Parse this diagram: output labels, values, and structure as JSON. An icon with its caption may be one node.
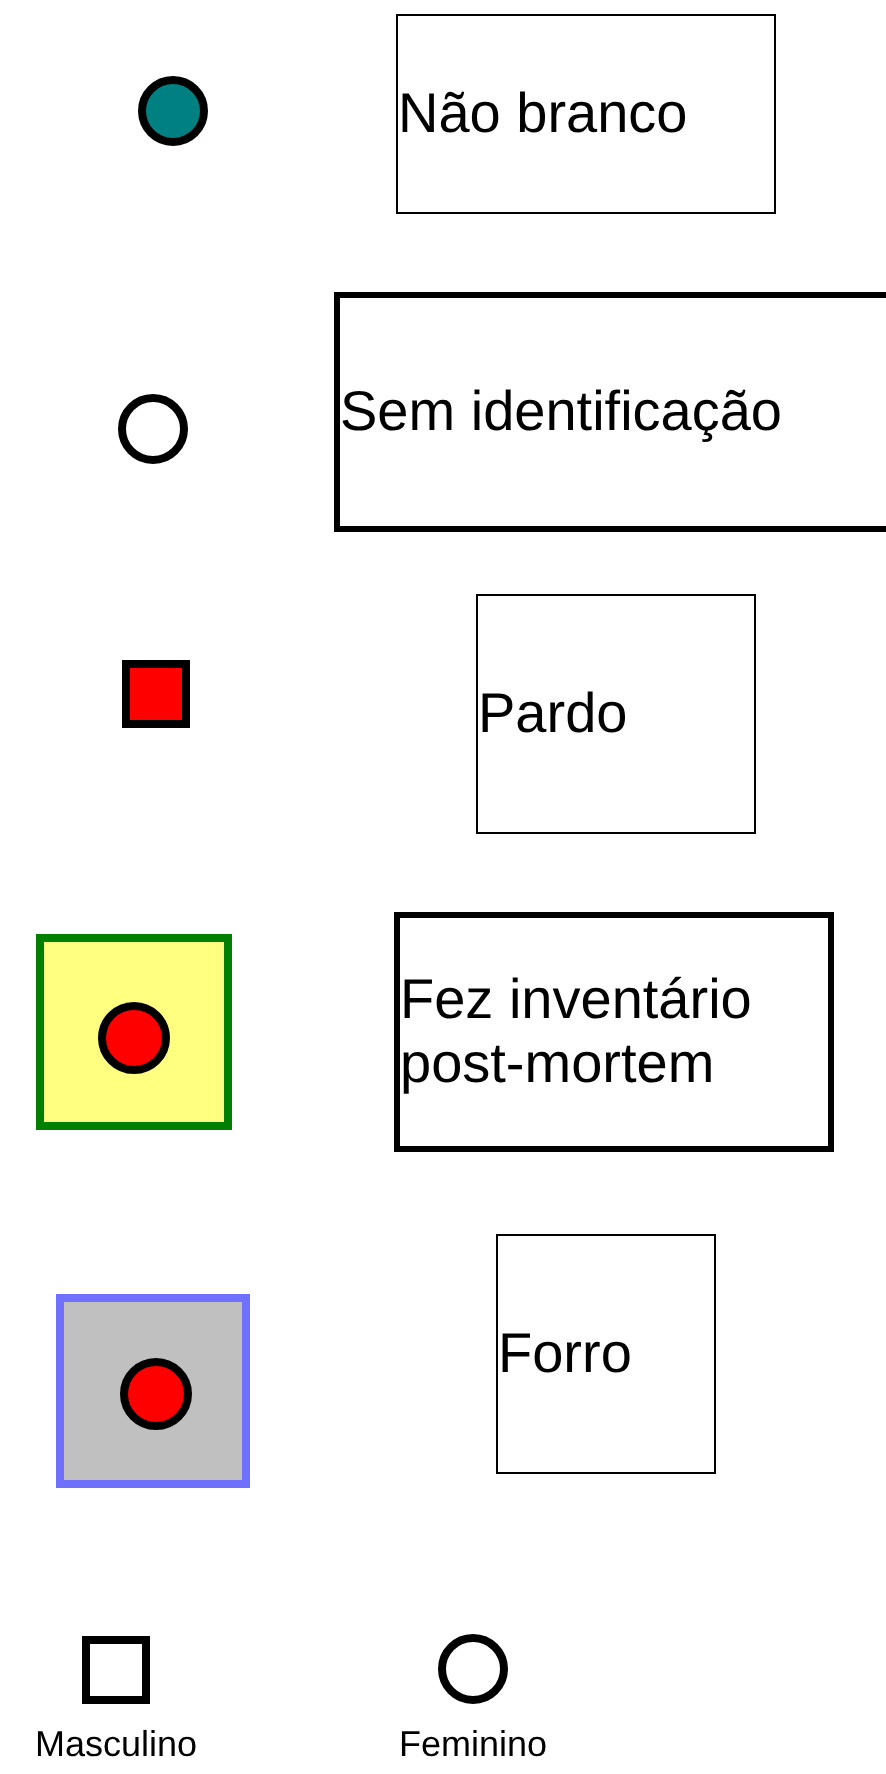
{
  "diagram": {
    "nodes": [
      {
        "text": [],
        "shape": "circle"
      },
      {
        "text": [
          "Não branco"
        ]
      },
      {
        "text": [],
        "shape": "circle"
      },
      {
        "text": [
          "Sem identificação"
        ]
      },
      {
        "text": [],
        "shape": "box"
      },
      {
        "text": [
          "Pardo"
        ]
      },
      {
        "text": [],
        "shape": "box"
      },
      {
        "text": [],
        "shape": "circle",
        "in": 6
      },
      {
        "text": [
          "Fez inventário post-mortem"
        ]
      },
      {
        "text": [],
        "shape": "box"
      },
      {
        "text": [],
        "shape": "circle",
        "in": 9
      },
      {
        "text": [
          "Forro"
        ]
      },
      {
        "text": [],
        "shape": "box",
        "beside": [
          "Masculino"
        ]
      },
      {
        "text": [],
        "shape": "circle",
        "beside": [
          "Feminino"
        ]
      }
    ]
  }
}
